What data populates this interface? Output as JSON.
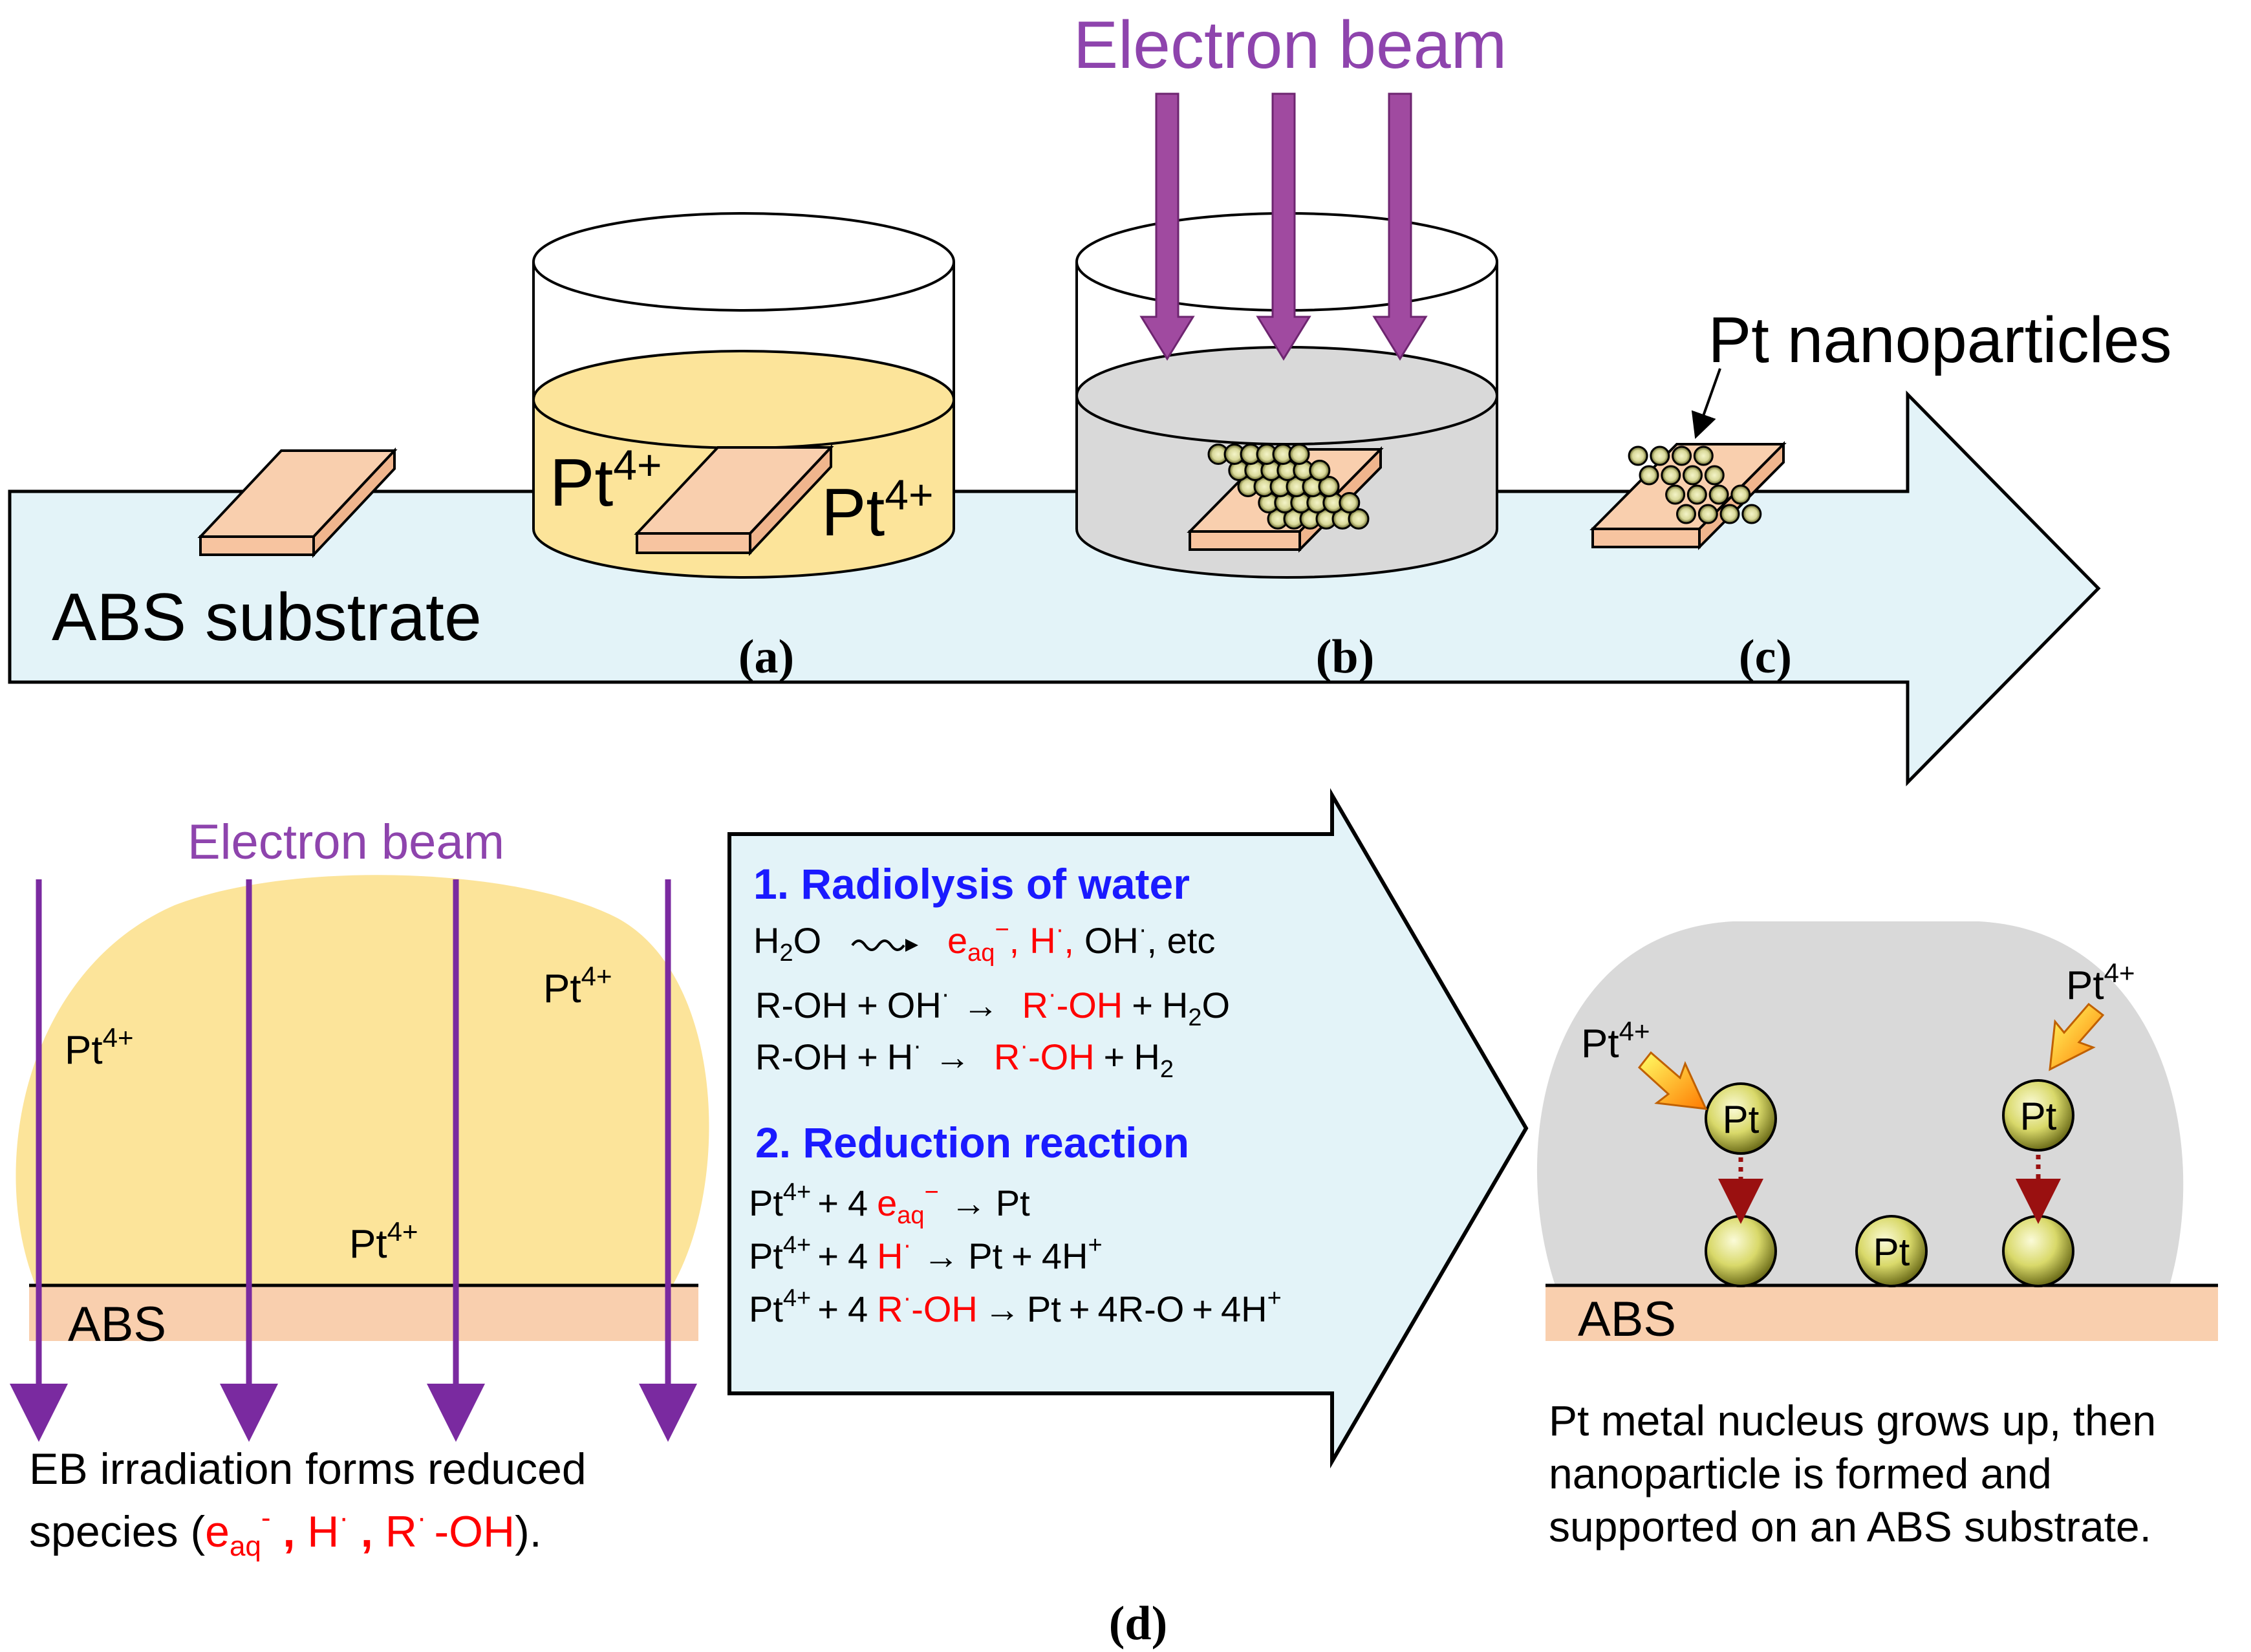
{
  "top": {
    "electron_beam": "Electron beam",
    "abs_substrate": "ABS substrate",
    "pt_nanoparticles": "Pt nanoparticles",
    "ion_base": "Pt",
    "ion_charge": "4+",
    "panel_a": "(a)",
    "panel_b": "(b)",
    "panel_c": "(c)"
  },
  "left": {
    "electron_beam": "Electron beam",
    "abs": "ABS",
    "ion_base": "Pt",
    "ion_charge": "4+",
    "caption_line1": "EB irradiation forms reduced",
    "caption_species_prefix": "species (",
    "caption_e": "e",
    "caption_aq": "aq",
    "caption_minus": "-",
    "caption_comma1": " , ",
    "caption_h": "H",
    "caption_dot": "·",
    "caption_comma2": " , ",
    "caption_r": "R",
    "caption_oh": "-OH",
    "caption_close": ")."
  },
  "middle": {
    "heading1": "1. Radiolysis of water",
    "heading2": "2. Reduction reaction",
    "h2o": "H",
    "sub2": "2",
    "o": "O",
    "eaq_e": "e",
    "eaq_aq": "aq",
    "eaq_minus": "−",
    "comma": ",",
    "h_rad": "H",
    "dot": "·",
    "oh_rad": "OH",
    "etc": ", etc",
    "roh": "R-OH",
    "plus": "+",
    "oh_rad_eq": "OH",
    "arrow": "→",
    "r_oh": "-OH",
    "r": "R",
    "h2o_prod": "H",
    "h2_prod": "H",
    "four": "4",
    "pt": "Pt",
    "ion_charge": "4+",
    "pt_product": "Pt",
    "four_h_plus": "4H",
    "plus_sup": "+",
    "four_r_o": "4R-O"
  },
  "right": {
    "abs": "ABS",
    "pt_label": "Pt",
    "ion_base": "Pt",
    "ion_charge": "4+",
    "caption_line1": "Pt metal nucleus grows up, then",
    "caption_line2": "nanoparticle is formed and",
    "caption_line3": "supported on an ABS substrate."
  },
  "panel_d": "(d)",
  "colors": {
    "beam_purple": "#993d99",
    "beam_text": "#8e44ad",
    "arrow_fill": "#e3f3f8",
    "solution_yellow": "#fce49a",
    "grey_solution": "#d9d9d9",
    "substrate": "#f9cfae",
    "blue_heading": "#1a1aff",
    "red_species": "#ff0000"
  }
}
